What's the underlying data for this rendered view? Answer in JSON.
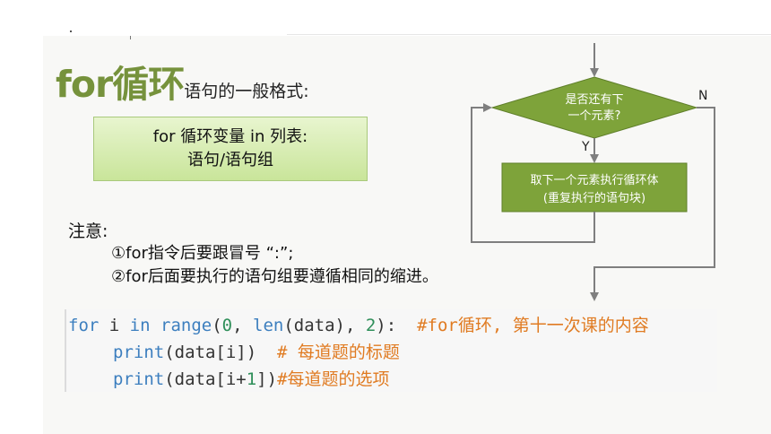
{
  "title": {
    "big": "for循环",
    "small": "语句的一般格式:"
  },
  "syntax": {
    "line1": "for 循环变量 in 列表:",
    "line2": "语句/语句组"
  },
  "notes": {
    "heading": "注意:",
    "item1": "①for指令后要跟冒号 “:”;",
    "item2": "②for后面要执行的语句组要遵循相同的缩进。"
  },
  "flowchart": {
    "decision_line1": "是否还有下",
    "decision_line2": "一个元素?",
    "yes_label": "Y",
    "no_label": "N",
    "process_line1": "取下一个元素执行循环体",
    "process_line2": "(重复执行的语句块)",
    "colors": {
      "decision_fill": "#7ea33a",
      "process_fill": "#7ea33a",
      "line": "#7f7f7f"
    }
  },
  "code": {
    "line1": {
      "kw_for": "for",
      "var": " i ",
      "kw_in": "in",
      "sp": " ",
      "range": "range",
      "open": "(",
      "zero": "0",
      "mid": ", ",
      "len": "len",
      "args": "(data), ",
      "two": "2",
      "close": "):  ",
      "comment": "#for循环, 第十一次课的内容"
    },
    "line2": {
      "print": "print",
      "body": "(data[i])  ",
      "comment": "# 每道题的标题"
    },
    "line3": {
      "print": "print",
      "body": "(data[i+",
      "one": "1",
      "end": "])",
      "comment": "#每道题的选项"
    }
  }
}
